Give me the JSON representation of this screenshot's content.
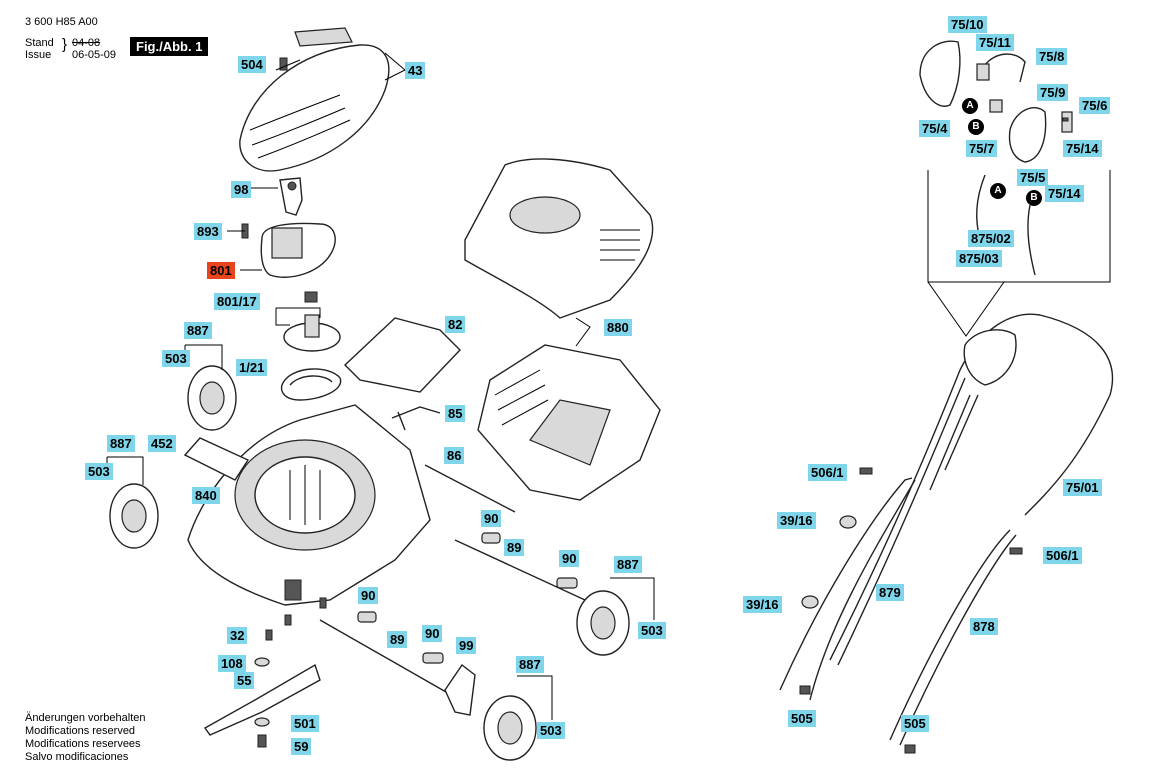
{
  "header": {
    "doc_number": "3 600 H85 A00",
    "stand_label": "Stand",
    "issue_label": "Issue",
    "old_date": "04-08",
    "date": "06-05-09",
    "figure_label": "Fig./Abb. 1"
  },
  "notes": [
    "Änderungen vorbehalten",
    "Modifications reserved",
    "Modifications reservees",
    "Salvo modificaciones"
  ],
  "callout_markers": [
    "A",
    "B"
  ],
  "highlight_color": "#e8451c",
  "label_color": "#7fd6ea",
  "parts": [
    "504",
    "43",
    "98",
    "893",
    "801",
    "801/17",
    "887",
    "503",
    "1/21",
    "82",
    "880",
    "85",
    "452",
    "887",
    "503",
    "840",
    "86",
    "90",
    "89",
    "90",
    "887",
    "503",
    "90",
    "32",
    "89",
    "90",
    "99",
    "108",
    "55",
    "887",
    "501",
    "503",
    "59",
    "75/10",
    "75/11",
    "75/8",
    "75/9",
    "75/6",
    "75/4",
    "75/14",
    "75/7",
    "75/5",
    "75/14",
    "875/02",
    "875/03",
    "506/1",
    "75/01",
    "39/16",
    "506/1",
    "39/16",
    "879",
    "878",
    "505",
    "505"
  ]
}
